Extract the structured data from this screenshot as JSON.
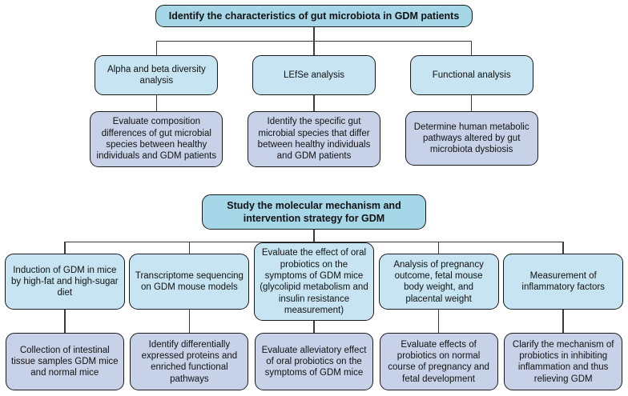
{
  "figure": {
    "type": "flowchart"
  },
  "colors": {
    "header_fill": "#a6d7e9",
    "method_fill": "#c7e4f2",
    "outcome_fill": "#c7d2e8",
    "box_border": "#1a1a1a",
    "line_color": "#3a3a3a"
  },
  "sections": [
    {
      "header": "Identify the characteristics of gut microbiota in GDM patients",
      "columns": [
        {
          "method": "Alpha and beta diversity analysis",
          "outcome": "Evaluate composition differences of gut microbial species between healthy individuals and GDM patients"
        },
        {
          "method": "LEfSe analysis",
          "outcome": "Identify the specific gut microbial species that differ between healthy individuals and GDM patients"
        },
        {
          "method": "Functional analysis",
          "outcome": "Determine human metabolic pathways altered by gut microbiota dysbiosis"
        }
      ]
    },
    {
      "header": "Study the molecular mechanism and intervention strategy for GDM",
      "columns": [
        {
          "method": "Induction of GDM in mice by high-fat and high-sugar diet",
          "outcome": "Collection of intestinal tissue samples GDM mice and normal mice"
        },
        {
          "method": "Transcriptome sequencing on GDM mouse models",
          "outcome": "Identify differentially expressed proteins and enriched functional pathways"
        },
        {
          "method": "Evaluate the effect of oral probiotics on the symptoms of GDM mice (glycolipid metabolism and insulin resistance measurement)",
          "outcome": "Evaluate alleviatory effect of oral probiotics on the symptoms of GDM mice"
        },
        {
          "method": "Analysis of pregnancy outcome, fetal mouse body weight, and placental weight",
          "outcome": "Evaluate effects of probiotics on normal course of pregnancy and fetal development"
        },
        {
          "method": "Measurement of inflammatory factors",
          "outcome": "Clarify the mechanism of probiotics in inhibiting inflammation and thus relieving GDM"
        }
      ]
    }
  ]
}
